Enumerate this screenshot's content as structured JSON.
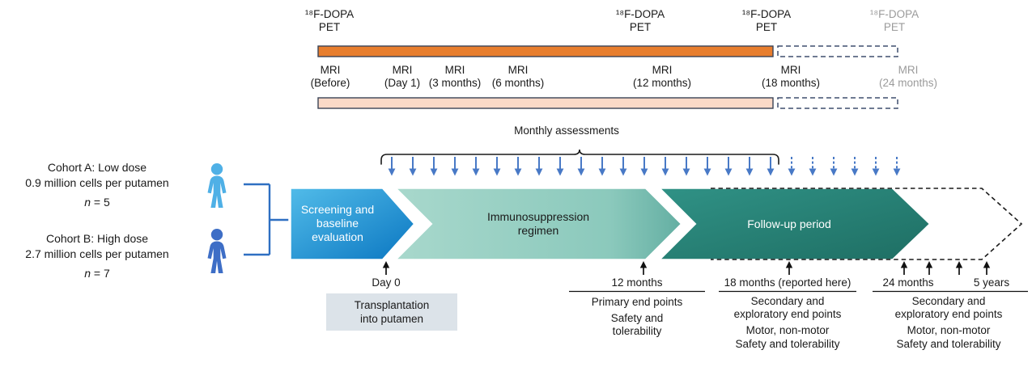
{
  "figure": {
    "description_title": "Clinical trial study design timeline"
  },
  "colors": {
    "pet_bar": "#E87E2E",
    "mri_bar": "#FAD9C7",
    "bar_border": "#3A4356",
    "future_dash_border": "#3E4E6E",
    "screening_gradient_start": "#52BCE9",
    "screening_gradient_end": "#0A76C1",
    "immunosuppression_gradient_start": "#A8D8CC",
    "immunosuppression_gradient_end": "#63AEA2",
    "followup_gradient_start": "#309286",
    "followup_gradient_end": "#1E6E63",
    "assessment_arrow": "#4879C6",
    "cohort_a_icon": "#4FB0E6",
    "cohort_b_icon": "#3E6EC6",
    "bracket_line": "#2E6FC2",
    "future_text": "#9B9B9B",
    "transplant_box_bg": "#DCE3E9"
  },
  "imaging": {
    "pet_scans": [
      {
        "text": "¹⁸F-DOPA\nPET",
        "future": false
      },
      {
        "text": "¹⁸F-DOPA\nPET",
        "future": false
      },
      {
        "text": "¹⁸F-DOPA\nPET",
        "future": false
      },
      {
        "text": "¹⁸F-DOPA\nPET",
        "future": true
      }
    ],
    "mri_scans": [
      {
        "text": "MRI\n(Before)",
        "future": false
      },
      {
        "text": "MRI\n(Day 1)",
        "future": false
      },
      {
        "text": "MRI\n(3 months)",
        "future": false
      },
      {
        "text": "MRI\n(6 months)",
        "future": false
      },
      {
        "text": "MRI\n(12 months)",
        "future": false
      },
      {
        "text": "MRI\n(18 months)",
        "future": false
      },
      {
        "text": "MRI\n(24 months)",
        "future": true
      }
    ]
  },
  "monthly_assessments": {
    "label": "Monthly assessments",
    "solid_arrows": 19,
    "dashed_arrows": 6
  },
  "cohorts": [
    {
      "title": "Cohort A: Low dose",
      "dose": "0.9 million cells per putamen",
      "n_var": "n",
      "n_value": " = 5"
    },
    {
      "title": "Cohort B: High dose",
      "dose": "2.7 million cells per putamen",
      "n_var": "n",
      "n_value": " = 7"
    }
  ],
  "phases": [
    {
      "label": "Screening and\nbaseline\nevaluation"
    },
    {
      "label": "Immunosuppression\nregimen"
    },
    {
      "label": "Follow-up period"
    }
  ],
  "milestones": {
    "day0": {
      "label": "Day 0",
      "box": "Transplantation\ninto putamen"
    },
    "m12": {
      "label": "12 months",
      "line1": "Primary end points",
      "line2": "Safety and\ntolerability"
    },
    "m18": {
      "label": "18 months (reported here)",
      "line1": "Secondary and\nexploratory end points",
      "line2": "Motor, non-motor",
      "line3": "Safety and tolerability"
    },
    "m24": {
      "label_24": "24 months",
      "label_5y": "5 years",
      "line1": "Secondary and\nexploratory end points",
      "line2": "Motor, non-motor",
      "line3": "Safety and tolerability"
    }
  }
}
